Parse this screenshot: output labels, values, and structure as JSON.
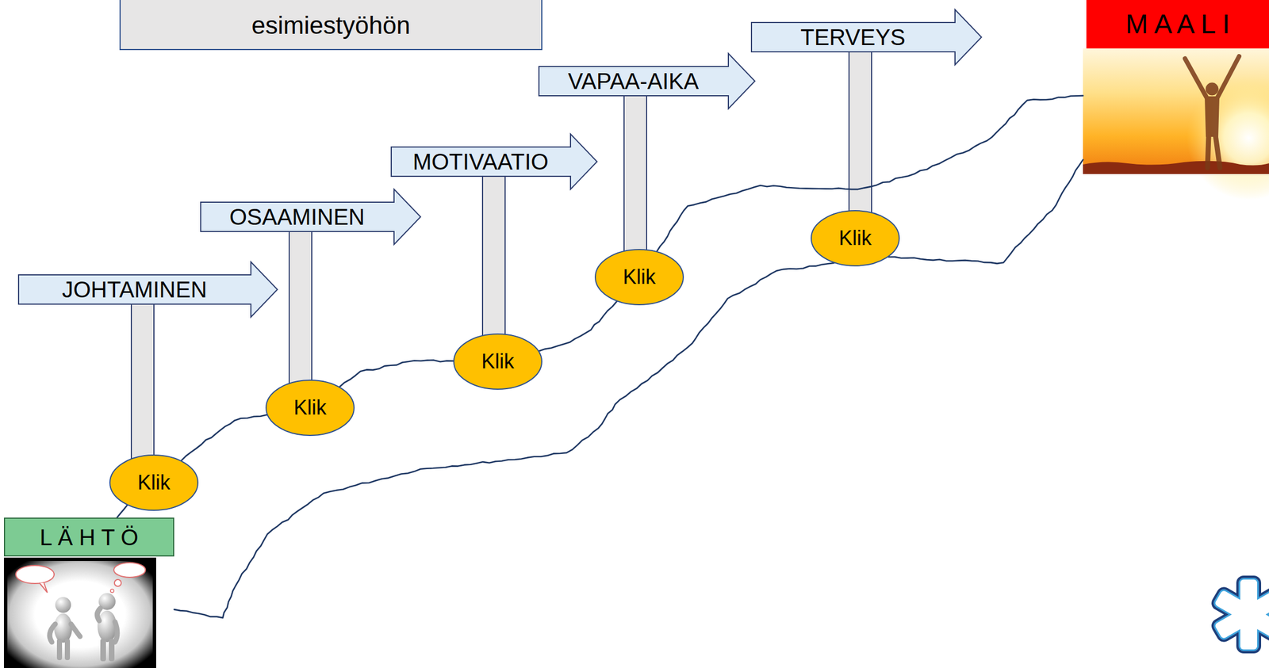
{
  "diagram": {
    "title": "esimiestyöhön",
    "nodes": [
      {
        "text": [
          "L Ä H T Ö"
        ]
      },
      {
        "text": [
          "JOHTAMINEN"
        ]
      },
      {
        "text": [
          "Klik"
        ]
      },
      {
        "text": [
          "OSAAMINEN"
        ]
      },
      {
        "text": [
          "Klik"
        ]
      },
      {
        "text": [
          "MOTIVAATIO"
        ]
      },
      {
        "text": [
          "Klik"
        ]
      },
      {
        "text": [
          "VAPAA-AIKA"
        ]
      },
      {
        "text": [
          "Klik"
        ]
      },
      {
        "text": [
          "TERVEYS"
        ]
      },
      {
        "text": [
          "Klik"
        ]
      },
      {
        "text": [
          "M A A L I"
        ]
      }
    ],
    "edges": [
      {
        "from": 1,
        "to": 2,
        "arrow": "none"
      },
      {
        "from": 3,
        "to": 4,
        "arrow": "none"
      },
      {
        "from": 5,
        "to": 6,
        "arrow": "none"
      },
      {
        "from": 7,
        "to": 8,
        "arrow": "none"
      },
      {
        "from": 9,
        "to": 10,
        "arrow": "none"
      },
      {
        "from": 0,
        "to": 2,
        "arrow": "none"
      },
      {
        "from": 2,
        "to": 4,
        "arrow": "none"
      },
      {
        "from": 4,
        "to": 6,
        "arrow": "none"
      },
      {
        "from": 6,
        "to": 8,
        "arrow": "none"
      },
      {
        "from": 8,
        "to": 11,
        "arrow": "none"
      },
      {
        "from": 0,
        "to": 10,
        "arrow": "none"
      },
      {
        "from": 10,
        "to": 11,
        "arrow": "none"
      }
    ]
  }
}
